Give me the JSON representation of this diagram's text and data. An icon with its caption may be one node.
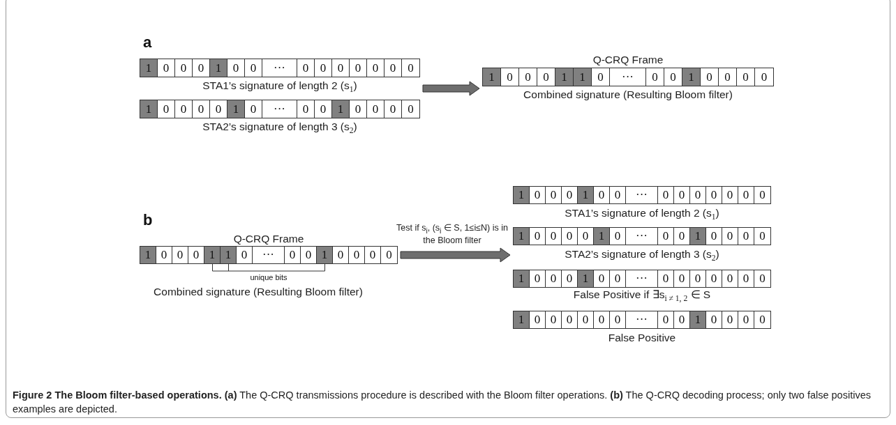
{
  "diagram": {
    "caption": "**Figure 2 The Bloom filter-based operations. (a)** The Q-CRQ transmissions procedure is described with the Bloom filter operations. **(b)** The Q-CRQ decoding process; only two false positives examples are depicted.",
    "nodes": [
      {
        "text": [
          "1",
          "0",
          "0",
          "0",
          "1",
          "0",
          "0",
          "···",
          "0",
          "0",
          "0",
          "0",
          "0",
          "0",
          "0"
        ],
        "beside": [
          "STA1’s signature of length 2 (s$_{1}$)"
        ]
      },
      {
        "text": [
          "1",
          "0",
          "0",
          "0",
          "0",
          "1",
          "0",
          "···",
          "0",
          "0",
          "1",
          "0",
          "0",
          "0",
          "0"
        ],
        "beside": [
          "STA2’s signature of length 3 (s$_{2}$)"
        ]
      },
      {
        "text": [
          "1",
          "0",
          "0",
          "0",
          "1",
          "1",
          "0",
          "···",
          "0",
          "0",
          "1",
          "0",
          "0",
          "0",
          "0"
        ],
        "beside": [
          "Q-CRQ Frame",
          "Combined signature (Resulting Bloom filter)"
        ]
      },
      {
        "text": [
          "1",
          "0",
          "0",
          "0",
          "1",
          "1",
          "0",
          "···",
          "0",
          "0",
          "1",
          "0",
          "0",
          "0",
          "0"
        ],
        "beside": [
          "Q-CRQ Frame",
          "Combined signature (Resulting Bloom filter)"
        ]
      },
      {
        "text": [
          "1",
          "0",
          "0",
          "0",
          "1",
          "0",
          "0",
          "···",
          "0",
          "0",
          "0",
          "0",
          "0",
          "0",
          "0"
        ],
        "beside": [
          "STA1’s signature of length 2 (s$_{1}$)"
        ]
      },
      {
        "text": [
          "1",
          "0",
          "0",
          "0",
          "0",
          "1",
          "0",
          "···",
          "0",
          "0",
          "1",
          "0",
          "0",
          "0",
          "0"
        ],
        "beside": [
          "STA2’s signature of length 3 (s$_{2}$)"
        ]
      },
      {
        "text": [
          "1",
          "0",
          "0",
          "0",
          "1",
          "0",
          "0",
          "···",
          "0",
          "0",
          "0",
          "0",
          "0",
          "0",
          "0"
        ],
        "beside": [
          "False Positive   if ∃s$_{i ≠ 1, 2}$ ∈ S"
        ]
      },
      {
        "text": [
          "1",
          "0",
          "0",
          "0",
          "0",
          "0",
          "0",
          "···",
          "0",
          "0",
          "1",
          "0",
          "0",
          "0",
          "0"
        ],
        "beside": [
          "False Positive"
        ]
      }
    ],
    "edges": [
      {
        "from": 0,
        "to": 2,
        "arrow": "to",
        "style": "thick"
      },
      {
        "from": 1,
        "to": 2,
        "arrow": "to",
        "style": "thick"
      },
      {
        "from": 3,
        "to": 4,
        "arrow": "to",
        "style": "thick",
        "label": "Test if s$_{i}$, (s$_{i}$ ∈ S, 1≤i≤N) is in the Bloom filter"
      },
      {
        "from": 3,
        "to": 5,
        "arrow": "to",
        "style": "thick"
      },
      {
        "from": 3,
        "to": 6,
        "arrow": "to",
        "style": "thick"
      },
      {
        "from": 3,
        "to": 7,
        "arrow": "to",
        "style": "thick"
      }
    ],
    "labels": [
      "a",
      "b",
      "unique bits"
    ]
  }
}
